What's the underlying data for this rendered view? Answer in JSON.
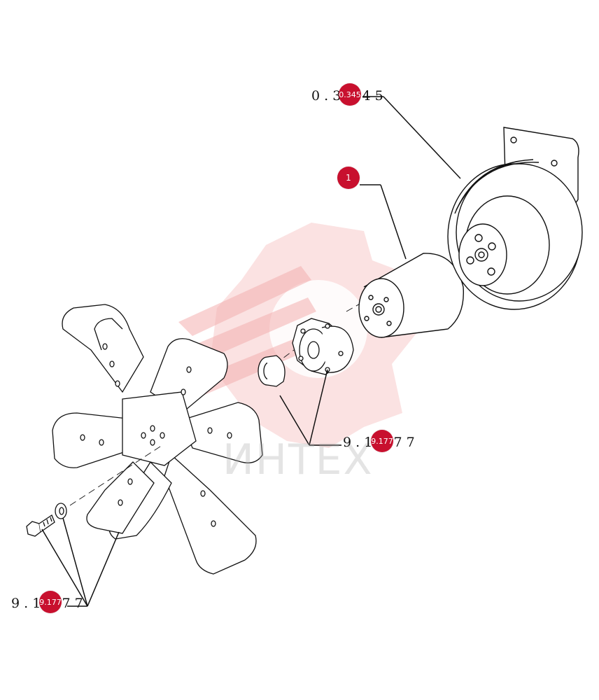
{
  "watermark": {
    "text": "ИНТЕХ",
    "gear_color": "#f4b6b6"
  },
  "colors": {
    "badge": "#c8102e",
    "line": "#111111"
  },
  "labels": {
    "pulley_ref": "0 . 345 4 5",
    "hub_ref": "9 . 177 7 7",
    "bolt_ref": "9 . 177 7 7"
  },
  "badges": {
    "pulley": "0.345",
    "item_1": "1",
    "hub": "9.177",
    "bolt": "9.177"
  }
}
